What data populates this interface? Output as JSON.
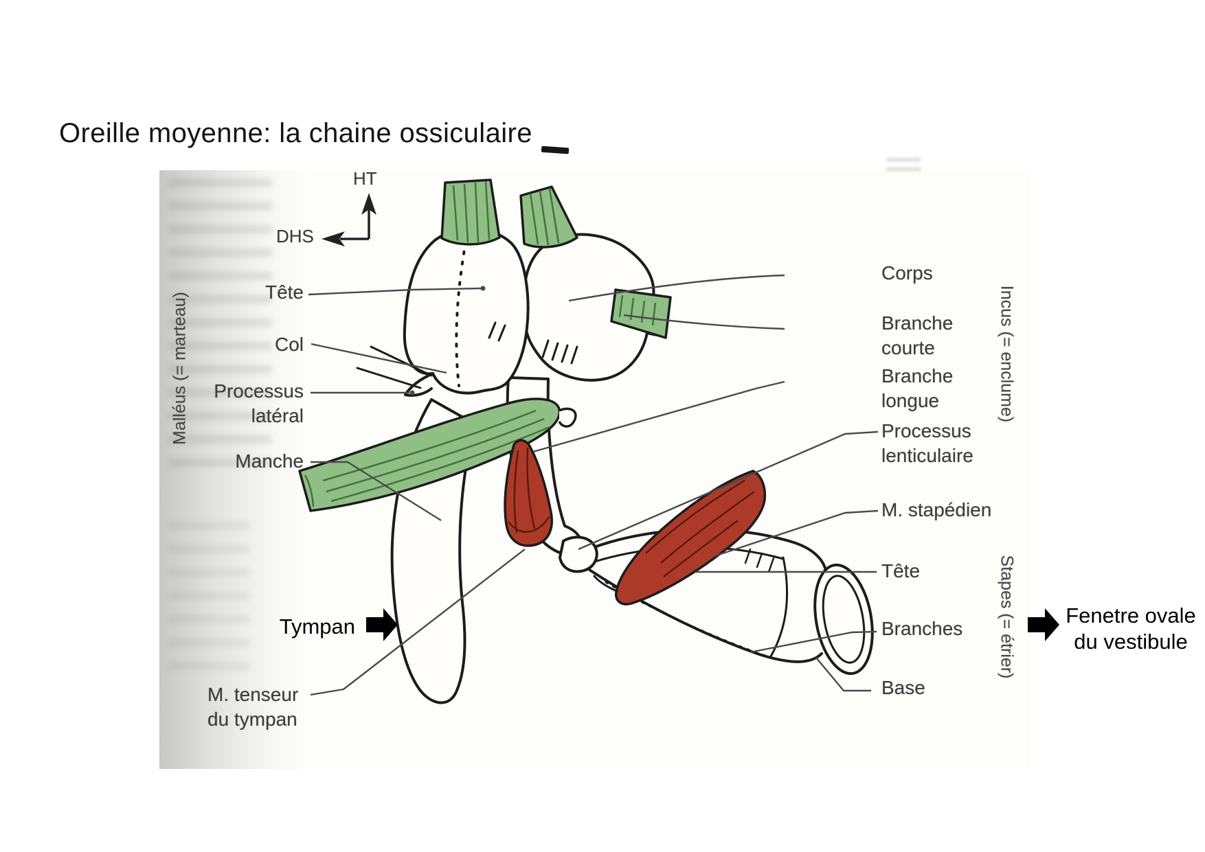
{
  "title": "Oreille moyenne: la chaine ossiculaire",
  "orientation_axis": {
    "up": "HT",
    "left": "DHS"
  },
  "bone_groups": {
    "malleus": "Malléus (= marteau)",
    "incus": "Incus (= enclume)",
    "stapes": "Stapes (= étrier)"
  },
  "malleus_labels": {
    "tete": "Tête",
    "col": "Col",
    "processus_lateral": "Processus latéral",
    "manche": "Manche"
  },
  "incus_labels": {
    "corps": "Corps",
    "branche_courte": "Branche courte",
    "branche_longue": "Branche longue",
    "processus_lenticulaire": "Processus lenticulaire"
  },
  "stapes_labels": {
    "tete": "Tête",
    "branches": "Branches",
    "base": "Base"
  },
  "muscle_labels": {
    "tenseur_tympan": "M. tenseur du tympan",
    "stapedien": "M. stapédien"
  },
  "annotations": {
    "tympan": "Tympan",
    "fenetre_ovale": "Fenetre ovale du vestibule"
  },
  "colors": {
    "ligament_green": "#90bf85",
    "muscle_red": "#ad3a28",
    "ink": "#1c1c1c"
  }
}
